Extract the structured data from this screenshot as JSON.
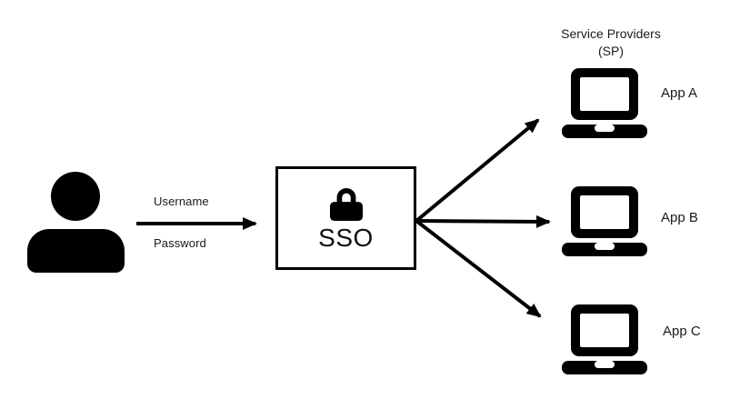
{
  "diagram": {
    "user": {
      "icon": "person-icon"
    },
    "credentials": {
      "username_label": "Username",
      "password_label": "Password"
    },
    "sso": {
      "icon": "lock-icon",
      "label": "SSO"
    },
    "service_providers": {
      "heading_line1": "Service Providers",
      "heading_line2": "(SP)",
      "apps": [
        {
          "label": "App A",
          "icon": "laptop-icon"
        },
        {
          "label": "App B",
          "icon": "laptop-icon"
        },
        {
          "label": "App C",
          "icon": "laptop-icon"
        }
      ]
    },
    "colors": {
      "ink": "#000000",
      "text": "#1a1a1a",
      "background": "#ffffff"
    }
  }
}
